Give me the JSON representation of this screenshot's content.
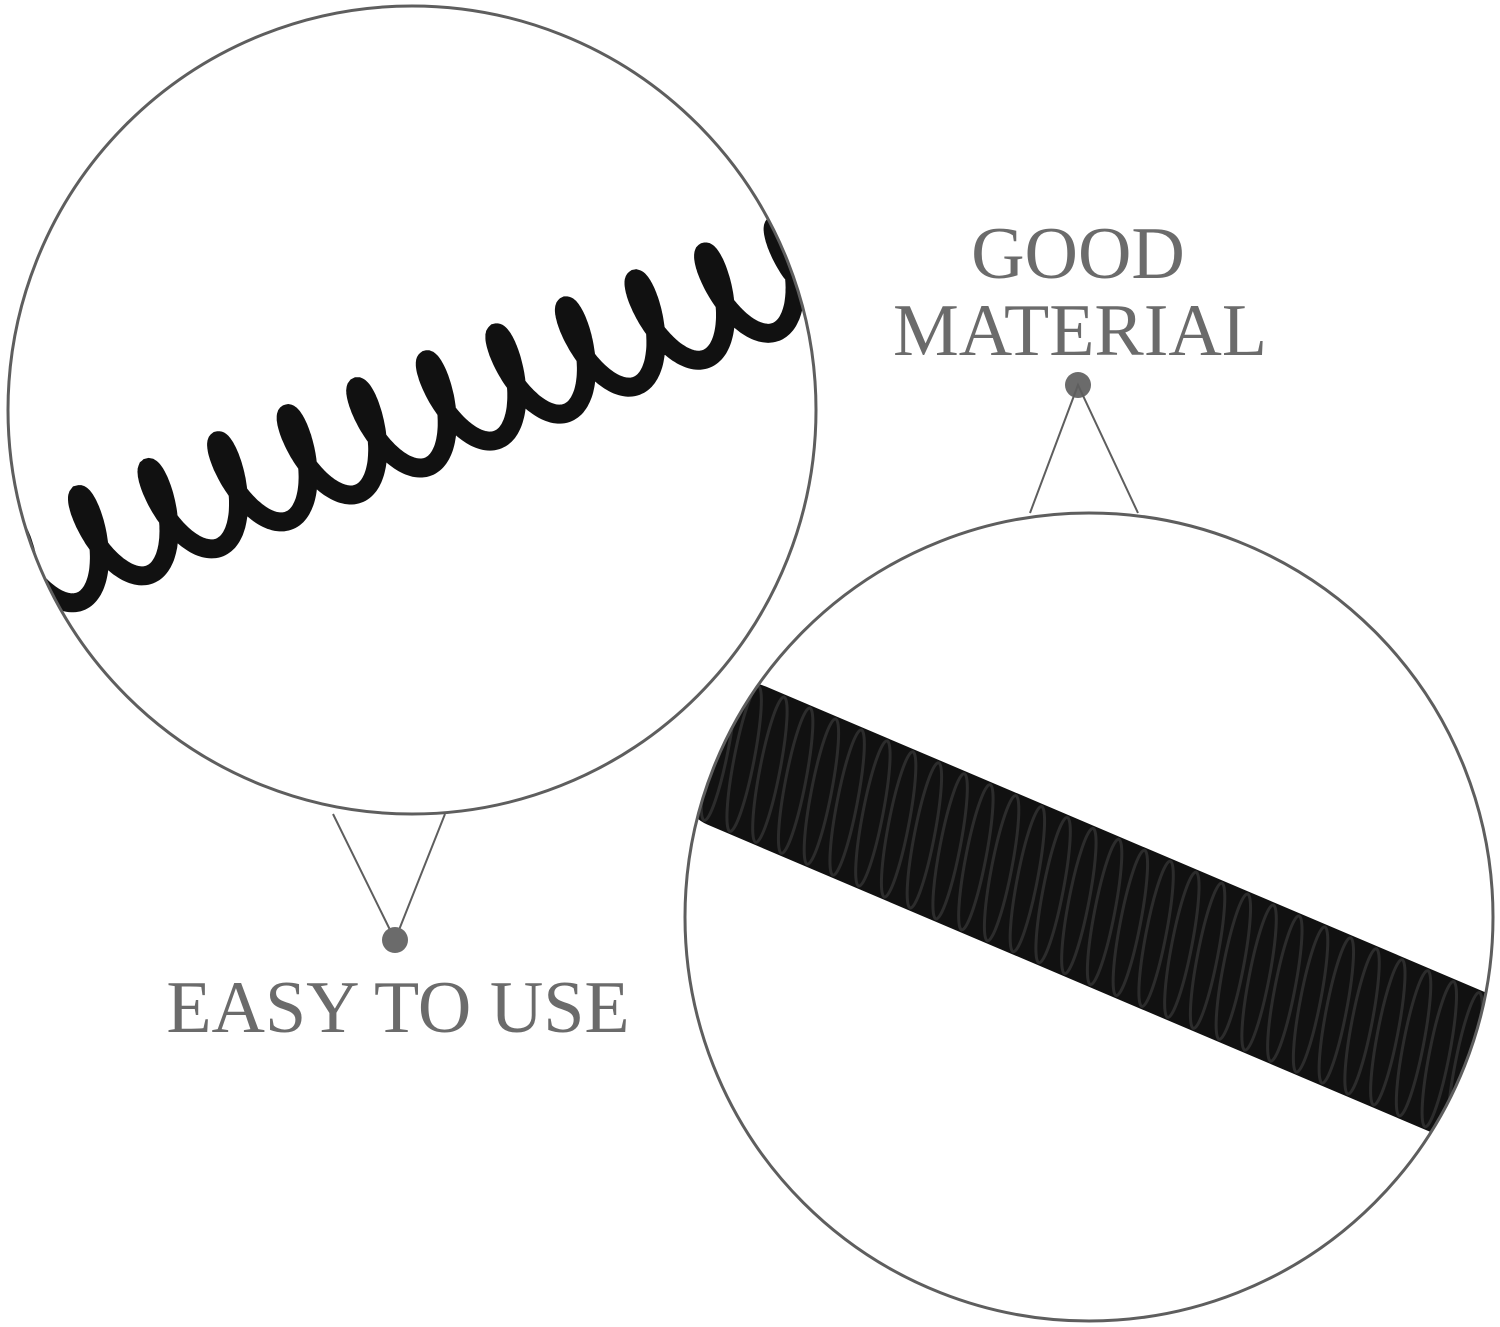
{
  "callouts": {
    "top_right": {
      "line1": "GOOD",
      "line2": "MATERIAL"
    },
    "bottom_left": {
      "text": "EASY TO USE"
    }
  },
  "colors": {
    "outline": "#5e5e5e",
    "text": "#6b6b6b",
    "cord": "#111111",
    "rib": "#2c2c2c"
  }
}
